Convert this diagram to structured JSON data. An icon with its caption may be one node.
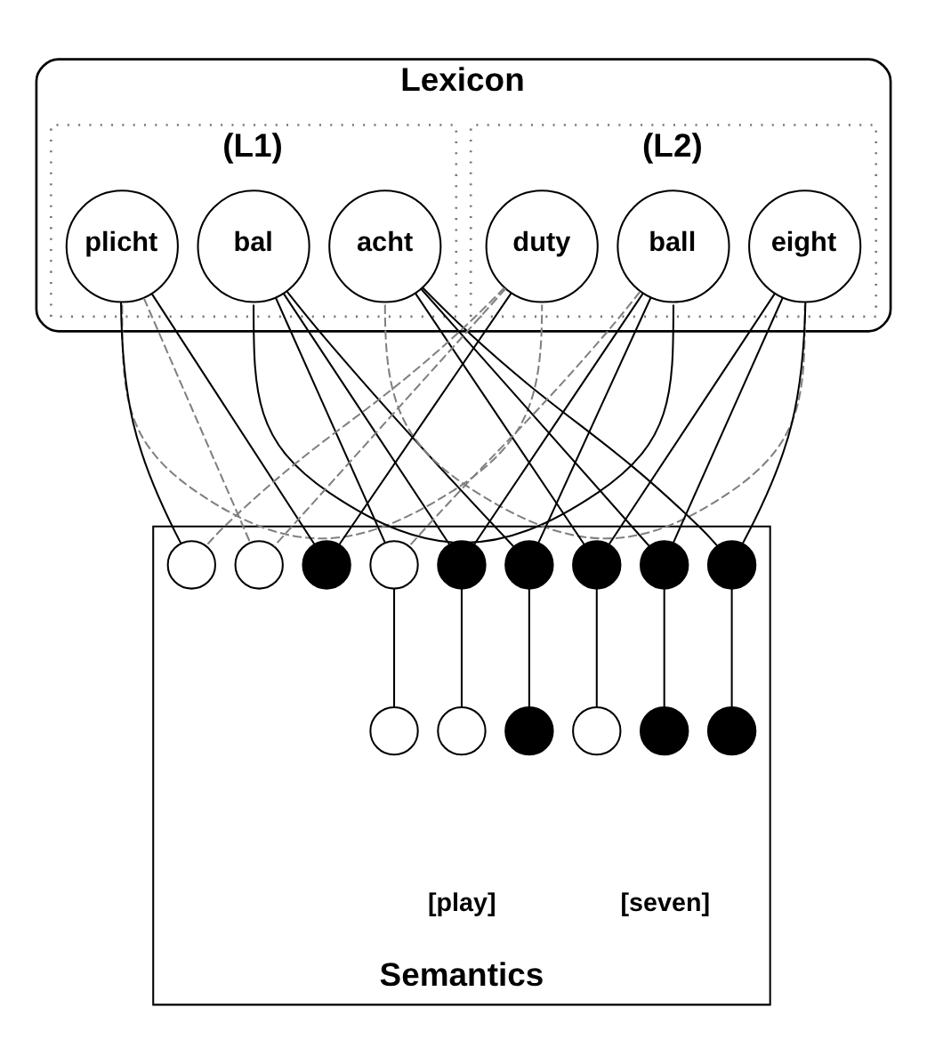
{
  "diagram": {
    "nodes": [
      {
        "text": [
          "Lexicon"
        ]
      },
      {
        "text": [
          "(L1)"
        ],
        "in": 0
      },
      {
        "text": [
          "(L2)"
        ],
        "in": 0
      },
      {
        "text": [
          "plicht"
        ],
        "in": 1
      },
      {
        "text": [
          "bal"
        ],
        "in": 1
      },
      {
        "text": [
          "acht"
        ],
        "in": 1
      },
      {
        "text": [
          "duty"
        ],
        "in": 2
      },
      {
        "text": [
          "ball"
        ],
        "in": 2
      },
      {
        "text": [
          "eight"
        ],
        "in": 2
      },
      {
        "text": [
          "Semantics"
        ]
      },
      {
        "text": [],
        "shape": "circle",
        "in": 9
      },
      {
        "text": [],
        "shape": "circle",
        "in": 9
      },
      {
        "text": [],
        "shape": "circle",
        "in": 9
      },
      {
        "text": [],
        "shape": "circle",
        "in": 9
      },
      {
        "text": [],
        "shape": "circle",
        "in": 9
      },
      {
        "text": [],
        "shape": "circle",
        "in": 9
      },
      {
        "text": [],
        "shape": "circle",
        "in": 9
      },
      {
        "text": [],
        "shape": "circle",
        "in": 9
      },
      {
        "text": [],
        "shape": "circle",
        "in": 9
      },
      {
        "text": [],
        "shape": "circle",
        "in": 9
      },
      {
        "text": [],
        "shape": "circle",
        "in": 9
      },
      {
        "text": [],
        "shape": "circle",
        "in": 9
      },
      {
        "text": [],
        "shape": "circle",
        "in": 9
      },
      {
        "text": [],
        "shape": "circle",
        "in": 9
      },
      {
        "text": [],
        "shape": "circle",
        "in": 9
      }
    ],
    "edges": [
      {
        "from": 3,
        "to": 6,
        "arrow": "none",
        "style": "dashed",
        "color": "#808080"
      },
      {
        "from": 4,
        "to": 7,
        "arrow": "none"
      },
      {
        "from": 5,
        "to": 8,
        "arrow": "none",
        "style": "dashed",
        "color": "#808080"
      },
      {
        "from": 3,
        "to": 10,
        "arrow": "none"
      },
      {
        "from": 3,
        "to": 11,
        "arrow": "none",
        "style": "dashed",
        "color": "#808080"
      },
      {
        "from": 3,
        "to": 12,
        "arrow": "none"
      },
      {
        "from": 6,
        "to": 10,
        "arrow": "none",
        "style": "dashed",
        "color": "#808080"
      },
      {
        "from": 6,
        "to": 11,
        "arrow": "none",
        "style": "dashed",
        "color": "#808080"
      },
      {
        "from": 6,
        "to": 12,
        "arrow": "none"
      },
      {
        "from": 4,
        "to": 13,
        "arrow": "none"
      },
      {
        "from": 4,
        "to": 14,
        "arrow": "none"
      },
      {
        "from": 4,
        "to": 15,
        "arrow": "none"
      },
      {
        "from": 7,
        "to": 13,
        "arrow": "none",
        "style": "dashed",
        "color": "#808080"
      },
      {
        "from": 7,
        "to": 14,
        "arrow": "none"
      },
      {
        "from": 7,
        "to": 15,
        "arrow": "none"
      },
      {
        "from": 5,
        "to": 16,
        "arrow": "none"
      },
      {
        "from": 5,
        "to": 17,
        "arrow": "none"
      },
      {
        "from": 5,
        "to": 18,
        "arrow": "none"
      },
      {
        "from": 8,
        "to": 16,
        "arrow": "none"
      },
      {
        "from": 8,
        "to": 17,
        "arrow": "none"
      },
      {
        "from": 8,
        "to": 18,
        "arrow": "none"
      },
      {
        "from": 13,
        "to": 19,
        "arrow": "none"
      },
      {
        "from": 14,
        "to": 20,
        "arrow": "none"
      },
      {
        "from": 15,
        "to": 21,
        "arrow": "none"
      },
      {
        "from": 16,
        "to": 22,
        "arrow": "none"
      },
      {
        "from": 17,
        "to": 23,
        "arrow": "none"
      },
      {
        "from": 18,
        "to": 24,
        "arrow": "none"
      }
    ],
    "labels": [
      "[play]",
      "[seven]"
    ]
  }
}
